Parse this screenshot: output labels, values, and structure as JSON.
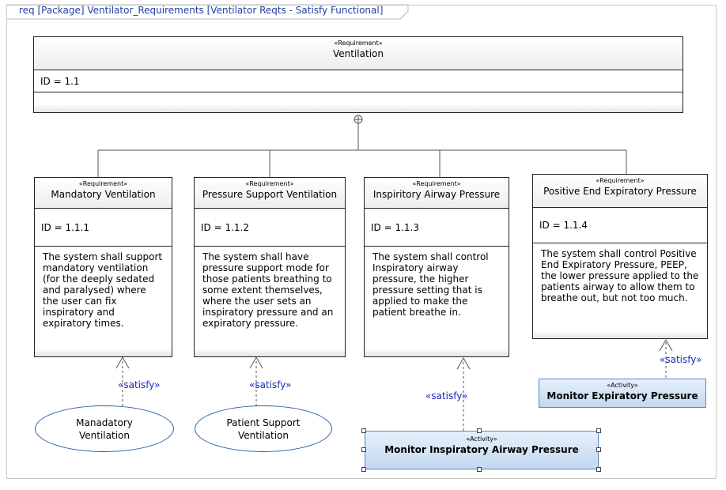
{
  "frame": {
    "label": "req [Package] Ventilator_Requirements [Ventilator Reqts - Satisfy Functional]"
  },
  "parent": {
    "stereotype": "«Requirement»",
    "name": "Ventilation",
    "id": "ID = 1.1"
  },
  "requirements": [
    {
      "stereotype": "«Requirement»",
      "name": "Mandatory Ventilation",
      "id": "ID = 1.1.1",
      "text": "The system shall support  mandatory ventilation (for the deeply sedated and paralysed) where the user can fix inspiratory and expiratory times."
    },
    {
      "stereotype": "«Requirement»",
      "name": "Pressure Support Ventilation",
      "id": "ID = 1.1.2",
      "text": "The system shall have pressure support mode for those patients breathing to some extent themselves, where the user sets an inspiratory pressure and an expiratory pressure."
    },
    {
      "stereotype": "«Requirement»",
      "name": "Inspiritory Airway Pressure",
      "id": "ID = 1.1.3",
      "text": "The system shall control Inspiratory airway pressure, the higher pressure setting that is applied to make the patient breathe in."
    },
    {
      "stereotype": "«Requirement»",
      "name": "Positive End Expiratory Pressure",
      "id": "ID = 1.1.4",
      "text": "The system shall control Positive End Expiratory Pressure, PEEP, the lower pressure applied to the patients airway to allow them to breathe out, but not too much."
    }
  ],
  "use_cases": [
    {
      "name": "Manadatory Ventilation"
    },
    {
      "name": "Patient Support Ventilation"
    }
  ],
  "activities": [
    {
      "stereotype": "«Activity»",
      "name": "Monitor Inspiratory Airway Pressure"
    },
    {
      "stereotype": "«Activity»",
      "name": "Monitor Expiratory Pressure"
    }
  ],
  "relations": {
    "satisfy_label": "«satisfy»",
    "containment": "parent-contains-children",
    "satisfy_links": [
      {
        "from": "use_cases.0",
        "to": "requirements.0"
      },
      {
        "from": "use_cases.1",
        "to": "requirements.1"
      },
      {
        "from": "activities.0",
        "to": "requirements.2"
      },
      {
        "from": "activities.1",
        "to": "requirements.3"
      }
    ]
  },
  "colors": {
    "frame_text": "#1f3fa0",
    "satisfy_text": "#1a2db8",
    "activity_fill": "#c3d8f0",
    "ellipse_border": "#2a5aa8"
  }
}
